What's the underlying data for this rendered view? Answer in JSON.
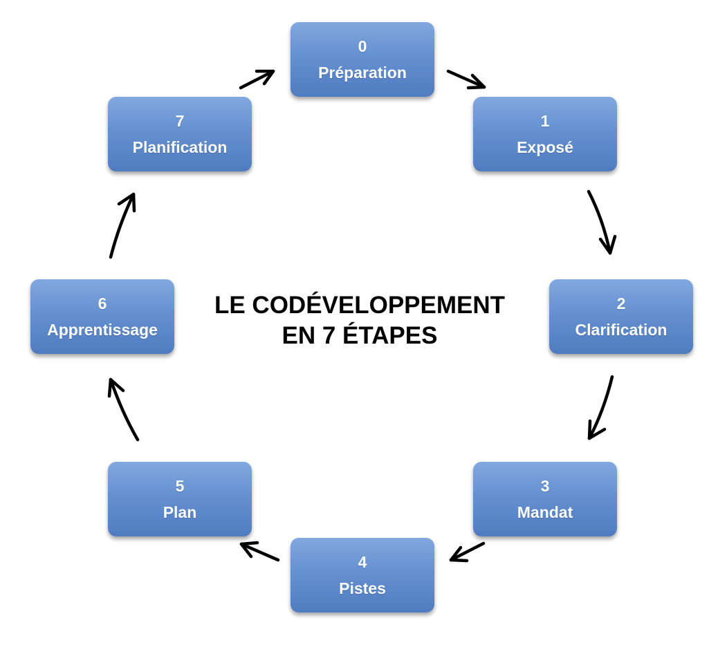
{
  "title": {
    "line1": "LE CODÉVELOPPEMENT",
    "line2": "EN 7 ÉTAPES"
  },
  "steps": [
    {
      "number": "0",
      "label": "Préparation"
    },
    {
      "number": "1",
      "label": "Exposé"
    },
    {
      "number": "2",
      "label": "Clarification"
    },
    {
      "number": "3",
      "label": "Mandat"
    },
    {
      "number": "4",
      "label": "Pistes"
    },
    {
      "number": "5",
      "label": "Plan"
    },
    {
      "number": "6",
      "label": "Apprentissage"
    },
    {
      "number": "7",
      "label": "Planification"
    }
  ],
  "colors": {
    "box_fill": "#6591d0",
    "box_text": "#ffffff",
    "arrow": "#000000",
    "title_text": "#000000"
  }
}
